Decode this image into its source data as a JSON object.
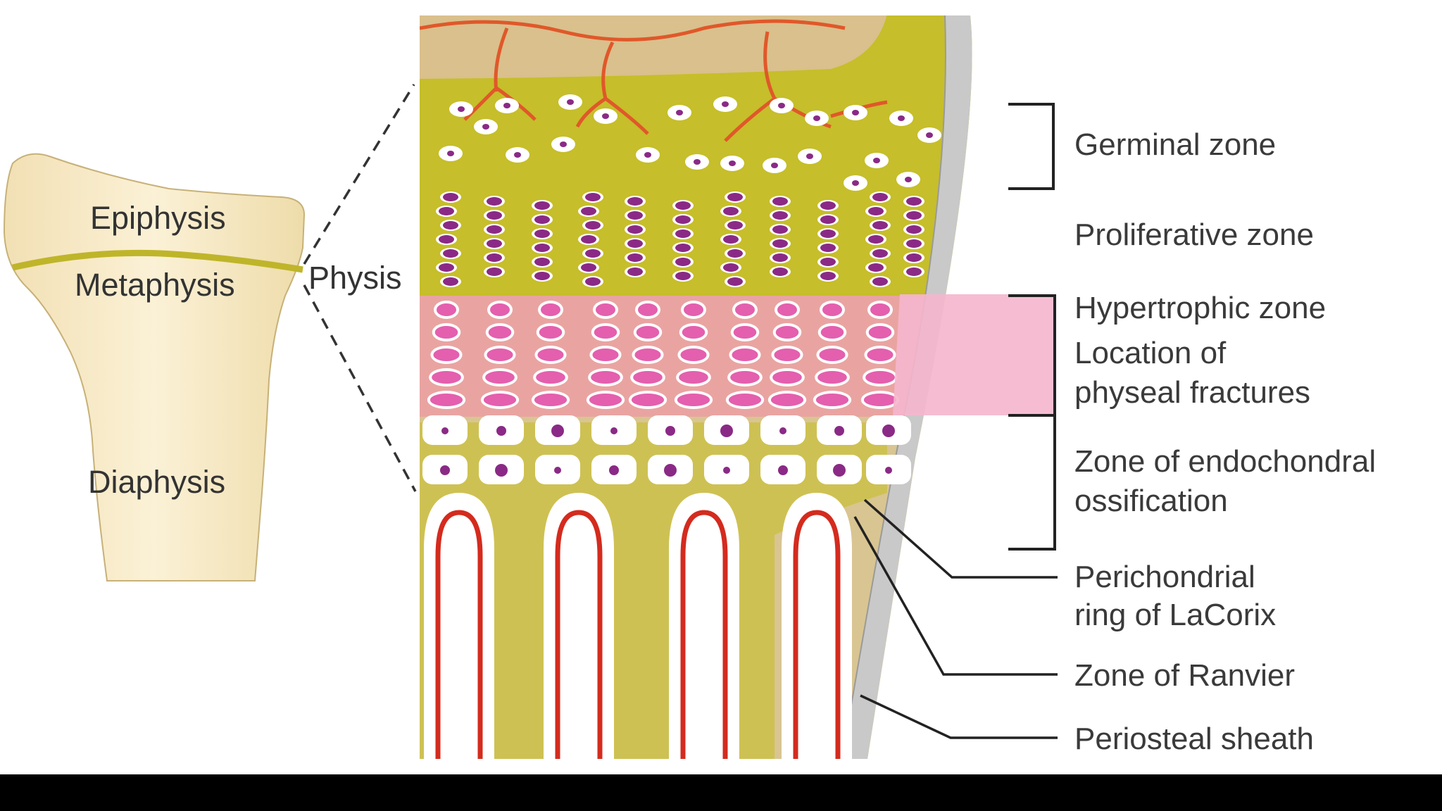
{
  "bone": {
    "epiphysis": "Epiphysis",
    "metaphysis": "Metaphysis",
    "diaphysis": "Diaphysis",
    "physis": "Physis"
  },
  "zones": {
    "germinal": "Germinal zone",
    "proliferative": "Proliferative zone",
    "hypertrophic": "Hypertrophic zone",
    "fracture_line1": "Location of",
    "fracture_line2": "physeal fractures",
    "endochondral_line1": "Zone of endochondral",
    "endochondral_line2": "ossification",
    "perichondrial_line1": "Perichondrial",
    "perichondrial_line2": "ring of LaCorix",
    "ranvier": "Zone of Ranvier",
    "periosteal": "Periosteal sheath"
  },
  "colors": {
    "cartilage": "#c6be2a",
    "bone": "#d8c693",
    "hypertrophic_band": "#efa0b6",
    "fracture_band": "#f5b6cd",
    "vessel": "#d42b1e",
    "cell_purple": "#8a2a86",
    "cell_pink": "#e45fae",
    "periosteum": "#c9c9c9"
  }
}
